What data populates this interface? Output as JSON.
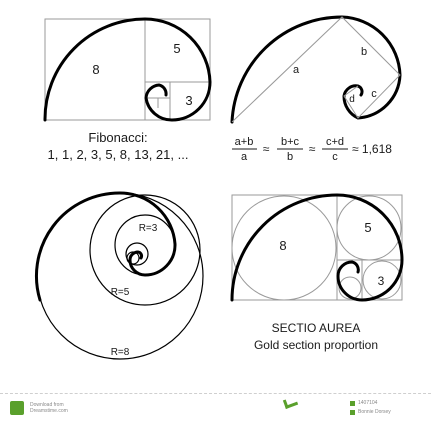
{
  "fib": {
    "square_8": "8",
    "square_5": "5",
    "square_3": "3",
    "title": "Fibonacci:",
    "sequence": "1, 1, 2, 3, 5, 8, 13, 21, ..."
  },
  "ratio": {
    "seg_a": "a",
    "seg_b": "b",
    "seg_c": "c",
    "seg_d": "d",
    "num1": "a+b",
    "den1": "a",
    "num2": "b+c",
    "den2": "b",
    "num3": "c+d",
    "den3": "c",
    "approx": "≈",
    "value": "≈ 1,618"
  },
  "circles": {
    "r3": "R=3",
    "r5": "R=5",
    "r8": "R=8"
  },
  "sectio": {
    "square_8": "8",
    "square_5": "5",
    "square_3": "3",
    "title": "SECTIO AUREA",
    "subtitle": "Gold section proportion"
  },
  "footer": {
    "download_line1": "Download from",
    "download_line2": "Dreamstime.com",
    "id_text": "1407104",
    "credit_text": "Bonnie Dorsey"
  },
  "colors": {
    "stroke": "#000000",
    "thin": "#9a9a9a",
    "footer_green": "#5aa02c"
  }
}
